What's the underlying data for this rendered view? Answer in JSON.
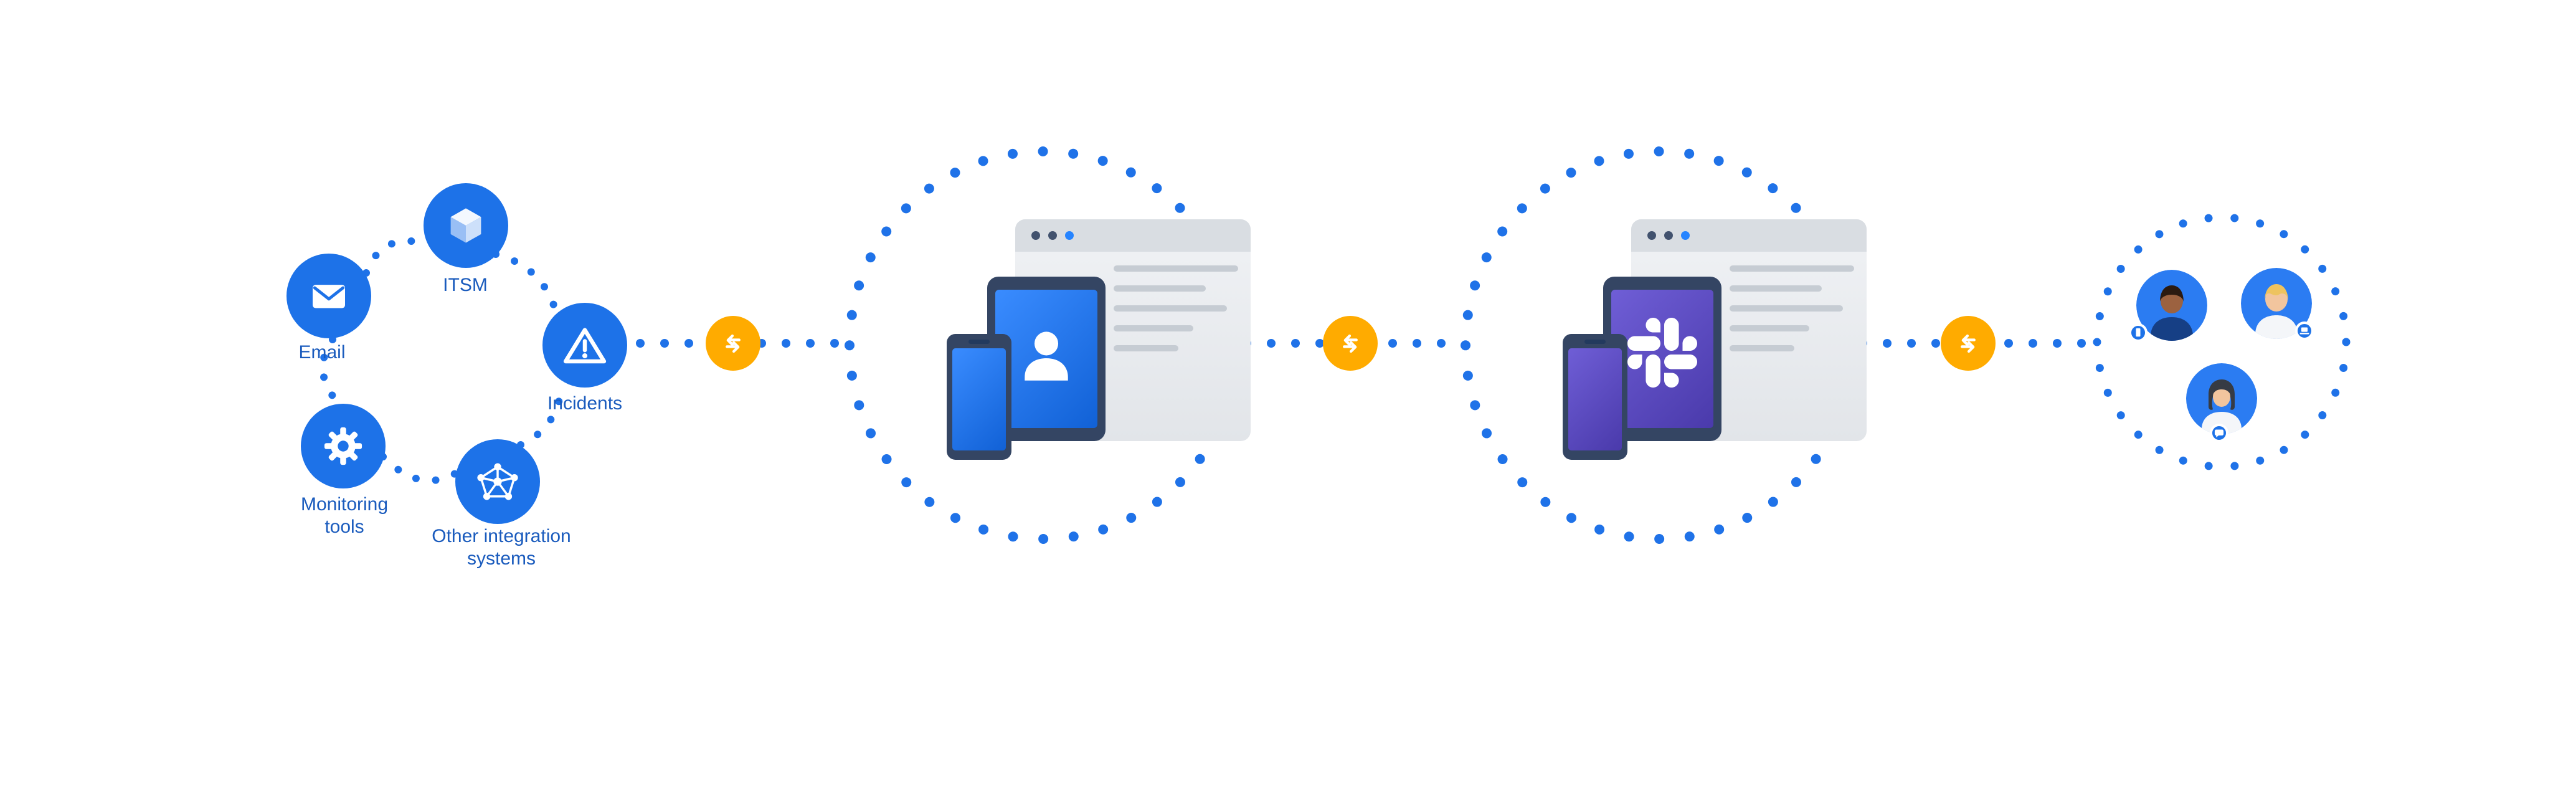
{
  "illustration": {
    "alt": "Alert sources flow through an incident-management app and Slack to on-call team members",
    "colors": {
      "background": "#ffffff",
      "icon_circle_blue": "#1d72e8",
      "dotted_line_blue": "#1f72e8",
      "label_text_blue": "#1a5bbd",
      "connector_orange": "#ffab00",
      "device_frame_navy": "#344563",
      "screen_blue": "#1d72e8",
      "screen_purple": "#5a49c0",
      "browser_grey": "#e8ebee"
    },
    "sources": {
      "items": [
        {
          "label": "ITSM",
          "icon": "cube-icon"
        },
        {
          "label": "Email",
          "icon": "envelope-icon"
        },
        {
          "label": "Incidents",
          "icon": "warning-triangle-icon"
        },
        {
          "label": "Monitoring tools",
          "icon": "gear-icon"
        },
        {
          "label": "Other integration systems",
          "icon": "network-icon"
        }
      ]
    },
    "connectors": [
      {
        "icon": "sync-arrows-icon"
      },
      {
        "icon": "sync-arrows-icon"
      },
      {
        "icon": "sync-arrows-icon"
      }
    ],
    "stages": [
      {
        "name": "incident-management-devices",
        "screen_icon": "user-icon",
        "devices": [
          "browser-window",
          "tablet",
          "phone"
        ]
      },
      {
        "name": "slack-devices",
        "screen_icon": "slack-icon",
        "devices": [
          "browser-window",
          "tablet",
          "phone"
        ]
      },
      {
        "name": "on-call-team",
        "members": [
          {
            "badge_icon": "mobile-icon"
          },
          {
            "badge_icon": "laptop-icon"
          },
          {
            "badge_icon": "chat-bubble-icon"
          }
        ]
      }
    ]
  }
}
